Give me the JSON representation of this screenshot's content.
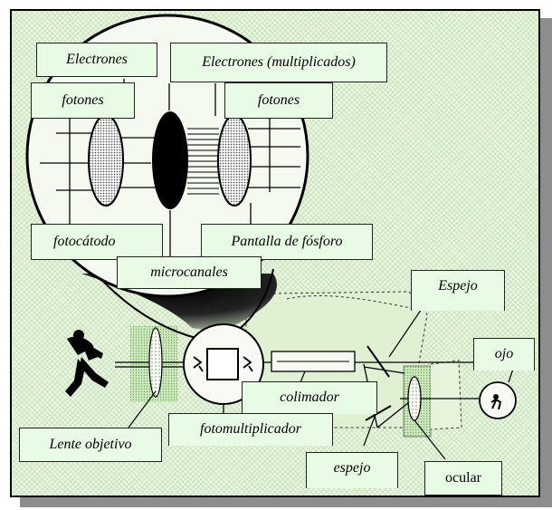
{
  "labels": {
    "electrones": "Electrones",
    "electrones_multiplicados": "Electrones (multiplicados)",
    "fotones_left": "fotones",
    "fotones_right": "fotones",
    "fotocatodo": "fotocátodo",
    "pantalla": "Pantalla de fósforo",
    "microcanales": "microcanales",
    "espejo_top": "Espejo",
    "ojo": "ojo",
    "colimador": "colimador",
    "fotomultiplicador": "fotomultiplicador",
    "lente_objetivo": "Lente objetivo",
    "espejo_bottom": "espejo",
    "ocular": "ocular"
  },
  "colors": {
    "background": "#e9f5df",
    "label_fill": "#e8fbe4",
    "frame_shadow": "#8d8d8d",
    "ink": "#000000"
  },
  "icons": {
    "person": "running-person-icon",
    "eye": "eye-icon"
  }
}
